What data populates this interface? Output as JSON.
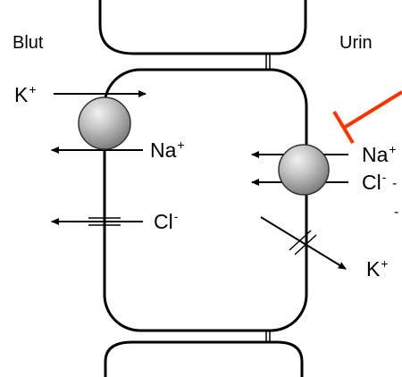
{
  "side_labels": {
    "left": "Blut",
    "right": "Urin"
  },
  "ions": {
    "k_in": {
      "symbol": "K",
      "charge": "+"
    },
    "na_out": {
      "symbol": "Na",
      "charge": "+"
    },
    "cl_out": {
      "symbol": "Cl",
      "charge": "-"
    },
    "na_apical": {
      "symbol": "Na",
      "charge": "+"
    },
    "cl_apical": {
      "symbol": "Cl",
      "charge": "-"
    },
    "k_apical": {
      "symbol": "K",
      "charge": "+"
    }
  },
  "stray_marks": {
    "dash_after_cl": "-",
    "dash_below": "-"
  },
  "colors": {
    "membrane": "#000000",
    "transporter": "#b8b8b8",
    "inhibitor": "#ff3300"
  },
  "icons": {
    "transporter": "grey-sphere",
    "inhibitor": "t-bar-inhibitor",
    "channel": "membrane-channel"
  }
}
